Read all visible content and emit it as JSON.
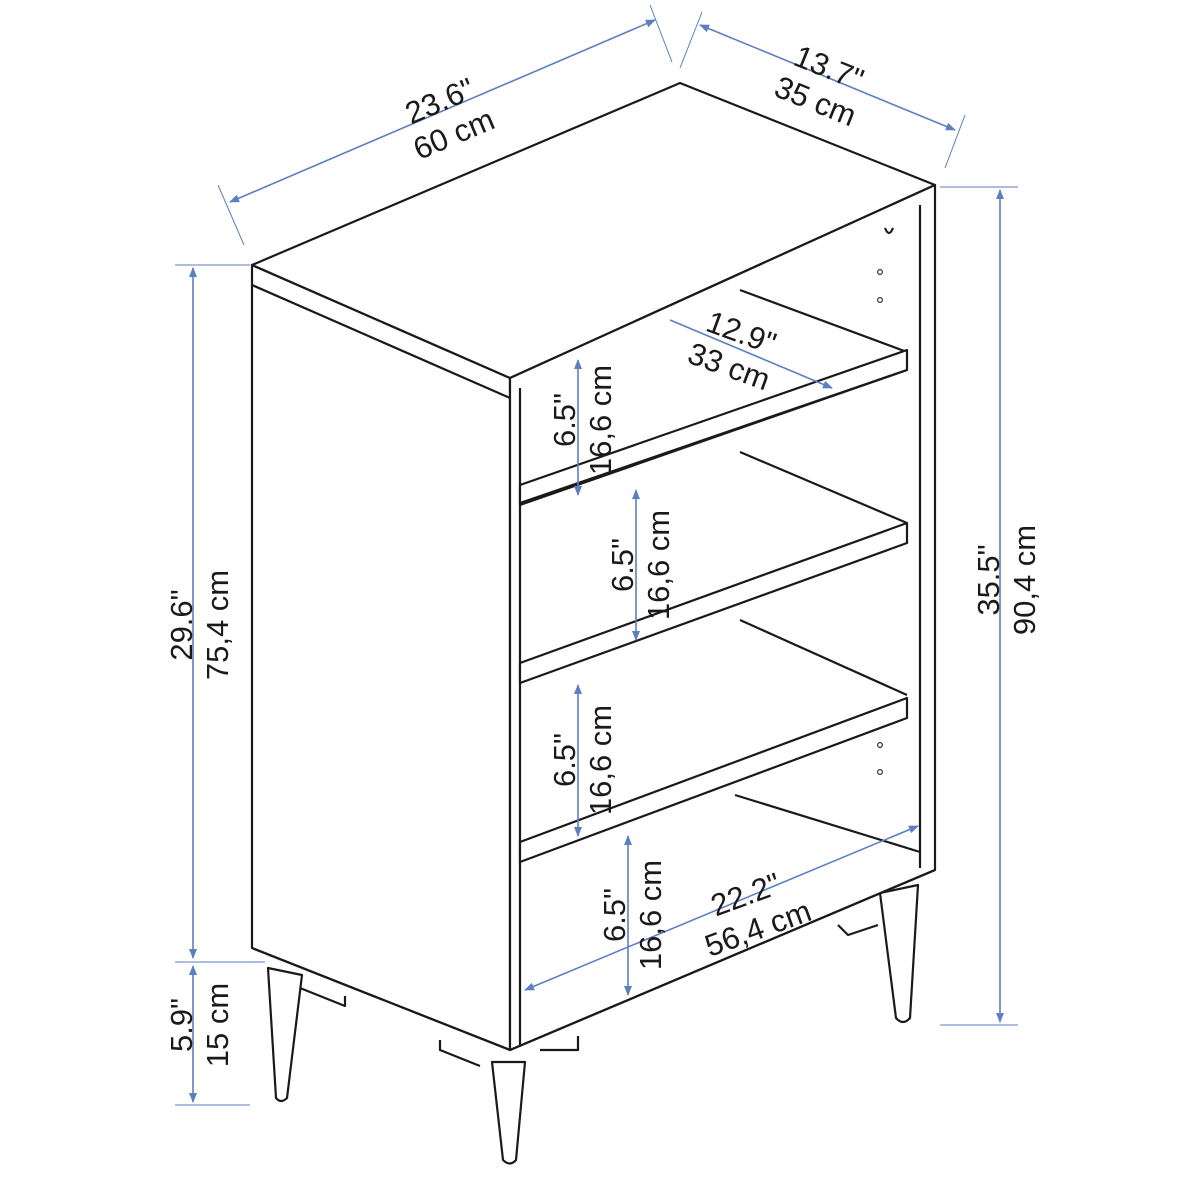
{
  "colors": {
    "dimension": "#5b7fc0",
    "outline": "#1a1a1a"
  },
  "dimensions": {
    "width": {
      "inches": "23.6\"",
      "cm": "60 cm"
    },
    "depth": {
      "inches": "13.7\"",
      "cm": "35 cm"
    },
    "body_height": {
      "inches": "29.6\"",
      "cm": "75,4 cm"
    },
    "leg_height": {
      "inches": "5.9\"",
      "cm": "15 cm"
    },
    "total_height": {
      "inches": "35.5\"",
      "cm": "90,4 cm"
    },
    "shelf_depth": {
      "inches": "12.9\"",
      "cm": "33 cm"
    },
    "inner_width": {
      "inches": "22.2\"",
      "cm": "56,4 cm"
    },
    "shelf_gaps": [
      {
        "inches": "6.5\"",
        "cm": "16,6 cm"
      },
      {
        "inches": "6.5\"",
        "cm": "16,6 cm"
      },
      {
        "inches": "6.5\"",
        "cm": "16,6 cm"
      },
      {
        "inches": "6.5\"",
        "cm": "16,6 cm"
      }
    ]
  }
}
